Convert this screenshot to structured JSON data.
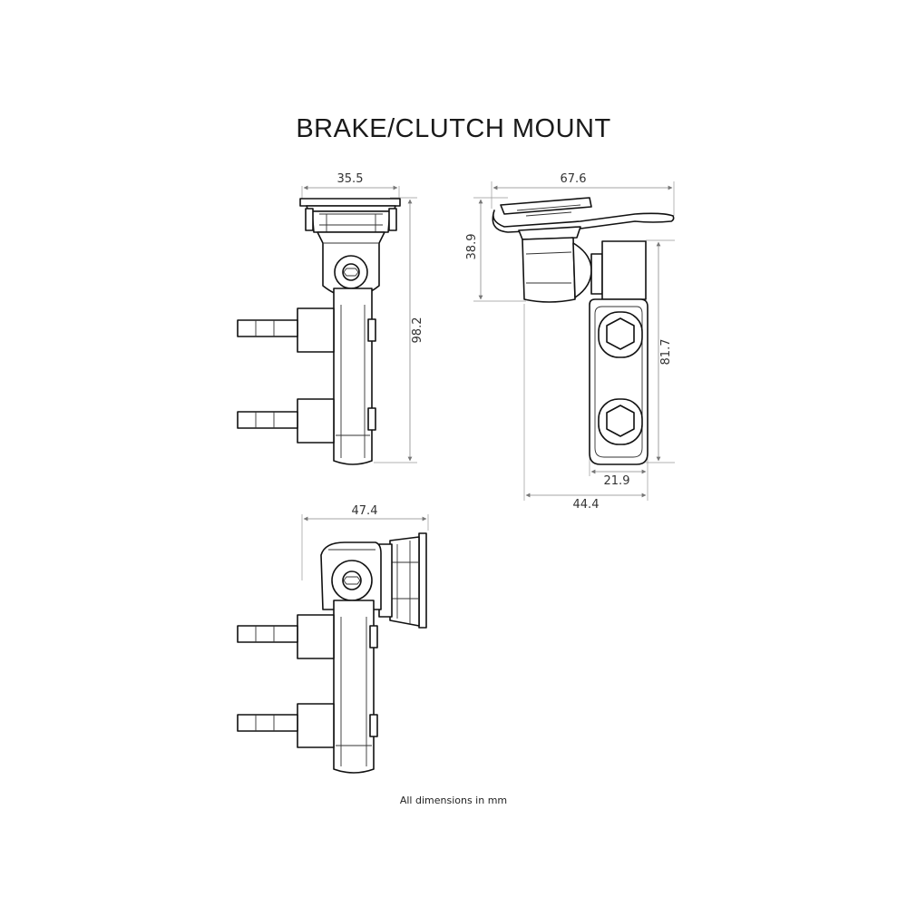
{
  "title": "BRAKE/CLUTCH MOUNT",
  "dimensions": {
    "front_width": "35.5",
    "front_height": "98.2",
    "side_width": "67.6",
    "side_head_height": "38.9",
    "side_arm_height": "81.7",
    "side_arm_width": "21.9",
    "side_total_width": "44.4",
    "bottom_width": "47.4"
  },
  "footnote": "All dimensions in mm"
}
